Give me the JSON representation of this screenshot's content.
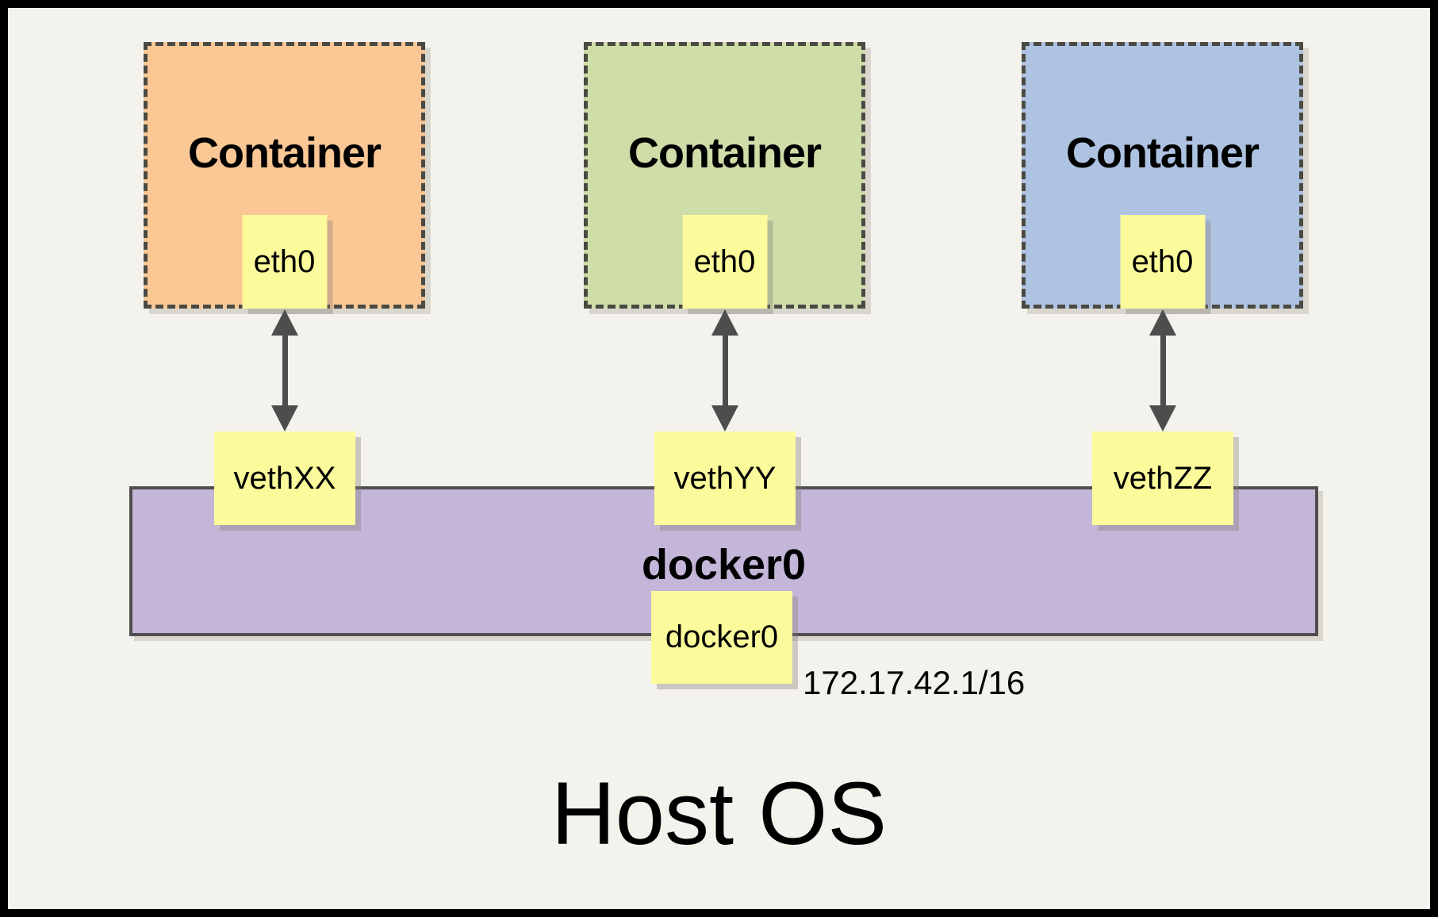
{
  "canvas": {
    "background": "#F4F2EC",
    "frame_color": "#000000"
  },
  "containers": [
    {
      "title": "Container",
      "interface": "eth0",
      "veth": "vethXX",
      "fill": "#FAC795"
    },
    {
      "title": "Container",
      "interface": "eth0",
      "veth": "vethYY",
      "fill": "#CFDDA8"
    },
    {
      "title": "Container",
      "interface": "eth0",
      "veth": "vethZZ",
      "fill": "#AEC3E2"
    }
  ],
  "bridge": {
    "label": "docker0",
    "interface": "docker0",
    "ip": "172.17.42.1/16",
    "fill": "#C4B6D8"
  },
  "host": {
    "label": "Host OS"
  },
  "colors": {
    "note_yellow": "#FBFB9B",
    "arrow_gray": "#4D4D4D",
    "dashed_border": "#4A4A43"
  }
}
